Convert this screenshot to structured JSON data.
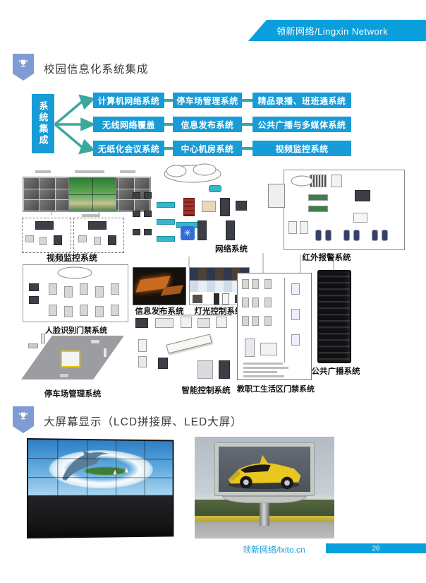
{
  "header": {
    "brand": "领新网络/Lingxin Network"
  },
  "sections": {
    "integration": {
      "title": "校园信息化系统集成"
    },
    "display": {
      "title": "大屏幕显示（LCD拼接屏、LED大屏）"
    }
  },
  "flow": {
    "source": "系统集成",
    "rows": [
      [
        "计算机网络系统",
        "停车场管理系统",
        "精品录播、班班通系统"
      ],
      [
        "无线网络覆盖",
        "信息发布系统",
        "公共广播与多媒体系统"
      ],
      [
        "无纸化会议系统",
        "中心机房系统",
        "视频监控系统"
      ]
    ]
  },
  "diagram": {
    "sections": [
      {
        "id": "video-surveillance",
        "label": "视频监控系统"
      },
      {
        "id": "network",
        "label": "网络系统"
      },
      {
        "id": "infrared-alarm",
        "label": "红外报警系统"
      },
      {
        "id": "face-access",
        "label": "人脸识别门禁系统"
      },
      {
        "id": "info-publish",
        "label": "信息发布系统"
      },
      {
        "id": "light-control",
        "label": "灯光控制系统"
      },
      {
        "id": "parking",
        "label": "停车场管理系统"
      },
      {
        "id": "smart-control",
        "label": "智能控制系统"
      },
      {
        "id": "staff-access",
        "label": "教职工生活区门禁系统"
      },
      {
        "id": "public-broadcast",
        "label": "公共广播系统"
      }
    ]
  },
  "footer": {
    "site": "领新网络/lxito.cn",
    "page": "26"
  },
  "colors": {
    "accent_blue": "#0a9fdc",
    "box_blue": "#189cd8",
    "arrow_teal": "#3ba89e",
    "shield_blue": "#7e9bd3"
  }
}
